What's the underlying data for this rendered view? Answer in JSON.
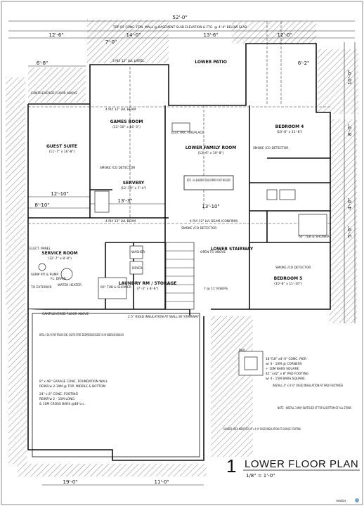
{
  "top_banner": "TOP OF CONC. FDN. WALL @ BASEMENT SLAB ELEVATION & FTG. @ 4'-4\" BELOW SLAB",
  "dimensions": {
    "overall_top": "52'-0\"",
    "top_12_6": "12'-6\"",
    "top_14_0": "14'-0\"",
    "top_13_6": "13'-6\"",
    "top_12_0": "12'-0\"",
    "top_7_0": "7'-0\"",
    "left_6_8": "6'-8\"",
    "right_6_2": "6'-2\"",
    "mid_12_10": "12'-10\"",
    "mid_8_10": "8'-10\"",
    "mid_13_3": "13'-3\"",
    "mid_13_10": "13'-10\"",
    "bottom_19_0": "19'-0\"",
    "bottom_11_0": "11'-0\"",
    "right_4_0": "4'-0\"",
    "right_5_0": "5'-0\"",
    "right_10_0": "10'-0\"",
    "right_8_0": "8'-0\""
  },
  "rooms": [
    {
      "name": "GAMES ROOM",
      "size": "(12'-10\" x 16'-3\")"
    },
    {
      "name": "GUEST SUITE",
      "size": "(11'-7\" x 16'-8\")"
    },
    {
      "name": "SERVERY",
      "size": "(12'-10\" x 7'-4\")"
    },
    {
      "name": "LOWER FAMILY ROOM",
      "size": "(13'-6\" x 19'-8\")"
    },
    {
      "name": "BEDROOM 4",
      "size": "(10'-8\" x 11'-8\")"
    },
    {
      "name": "BEDROOM 5",
      "size": "(10'-8\" x 11'-10\")"
    },
    {
      "name": "SERVICE ROOM",
      "size": "(12'-7\" x 8'-8\")"
    },
    {
      "name": "LAUNDRY RM / STORAGE",
      "size": "(7'-3\" x 8'-8\")"
    },
    {
      "name": "LOWER STAIRWAY",
      "size": ""
    },
    {
      "name": "LOWER PATIO",
      "size": ""
    }
  ],
  "notes": {
    "basement_note": "NOTE - ALL BASEMENT DEVELOPMENT IS NOT INCLUDED",
    "radon_note": "INSTALL 4\" DIA. PVC PIPE THROUGH CONC. SLAB FOR FUTURE \"DECOMPRESSION RELEASE\" OF ANY UNDERSLAB RADON GAS",
    "garage_wall": "8\" x 48\" GARAGE CONC. FOUNDATION WALL",
    "garage_rebar": "REINF/w 2-10M @ TOP, MIDDLE & BOTTOM",
    "conc_footing": "24\" x 8\" CONC. FOOTING",
    "footing_reinf": "REINF/w 2 - 15M LONG.",
    "cross_bars": "& 10M CROSS BARS @48\"o.c.",
    "cantilevered_above": "CANTILEVERED FLOOR ABOVE",
    "cantilevered_above_top": "CANTILEVERED FLOOR ABOVE",
    "rigid_insulation": "2.5\" RIGID INSULATION AT WALL BY STAIRWAY",
    "shaded_area": "SHADED AREA INDICATES 4\" x 4'-0\" RIGID INSULATION AT GARAGE FOOTING",
    "pier_note": "18\"/18\" x4'-0\" CONC. PIER",
    "pier_corners": "w/ 4 - 10M @ CORNERS",
    "pier_ties": "+ 10M BARS SQUARE",
    "pad_footing": "42\" x42\" x 8\" PAD FOOTING",
    "pad_bars": "w/ 4 - 15M BARS SQUARE",
    "install_rigid": "INSTALL 4\" x 4'-0\" RIGID INSULATION AT PAD FOOTINGS",
    "switch_note": "NOTE - INSTALL 3-WAY SWITCHED AT TOP & BOTTOM OF ALL STAIRS",
    "smoke_co": "SMOKE /CO DETECTOR",
    "electric_fireplace": "ELECTRIC FIREPLACE",
    "tub_shower": "60\" TUB & SHOWER",
    "beam_1": "4 PLY 12\" LVL BEAM",
    "beam_2": "4 PLY 12\" LVL BEAM",
    "beam_3": "4 PLY 12\" LVL BEAM (CONFIRM)",
    "lintel": "3 PLY 12\" LVL LINTEL",
    "elect_panel": "ELECT. PANEL",
    "sump_pit": "SUMP PIT & PUMP",
    "fl_drain": "FL. DRAIN",
    "water_heater": "WATER HEATER",
    "to_exterior": "TO EXTERIOR",
    "open_to_above": "OPEN TO ABOVE",
    "risers": "7 @ 11' RISERS",
    "washer": "WASHER",
    "dryer": "DRYER",
    "pad_label": "PAD"
  },
  "title": {
    "number": "1",
    "text": "LOWER FLOOR PLAN",
    "scale": "1/8\" = 1'-0\""
  },
  "watermark": "realtor"
}
